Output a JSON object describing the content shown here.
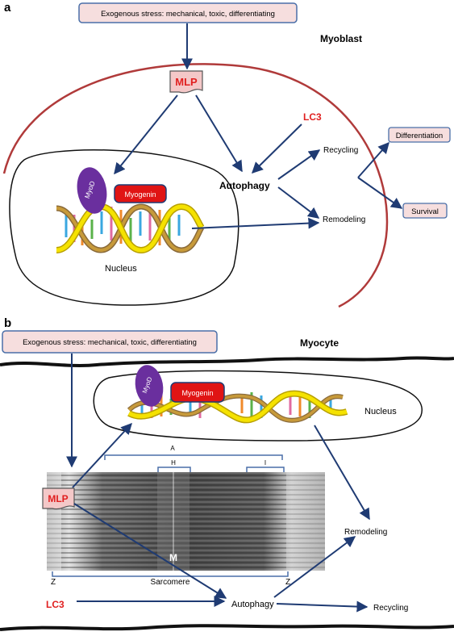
{
  "panel_a": {
    "letter": "a",
    "stress_box": "Exogenous stress: mechanical, toxic, differentiating",
    "cell_label": "Myoblast",
    "mlp": "MLP",
    "lc3": "LC3",
    "autophagy": "Autophagy",
    "recycling": "Recycling",
    "remodeling": "Remodeling",
    "differentiation": "Differentiation",
    "survival": "Survival",
    "myod": "MyoD",
    "myogenin": "Myogenin",
    "nucleus": "Nucleus"
  },
  "panel_b": {
    "letter": "b",
    "stress_box": "Exogenous stress: mechanical, toxic, differentiating",
    "cell_label": "Myocyte",
    "myod": "MyoD",
    "myogenin": "Myogenin",
    "nucleus": "Nucleus",
    "mlp": "MLP",
    "band_a": "A",
    "band_h": "H",
    "band_i": "I",
    "m_line": "M",
    "z_left": "Z",
    "z_right": "Z",
    "sarcomere": "Sarcomere",
    "lc3": "LC3",
    "autophagy": "Autophagy",
    "recycling": "Recycling",
    "remodeling": "Remodeling"
  },
  "colors": {
    "arrow": "#1f3b73",
    "box_fill": "#f6dede",
    "box_stroke": "#4a6fa8",
    "membrane": "#b03a3a",
    "lc3_text": "#e02020",
    "mlp_fill": "#f4c8c8",
    "myod_fill": "#6a2f9e",
    "myogenin_fill": "#e01414",
    "dna_strand": "#f5e200",
    "dna_strand_dark": "#8a6a3a"
  }
}
